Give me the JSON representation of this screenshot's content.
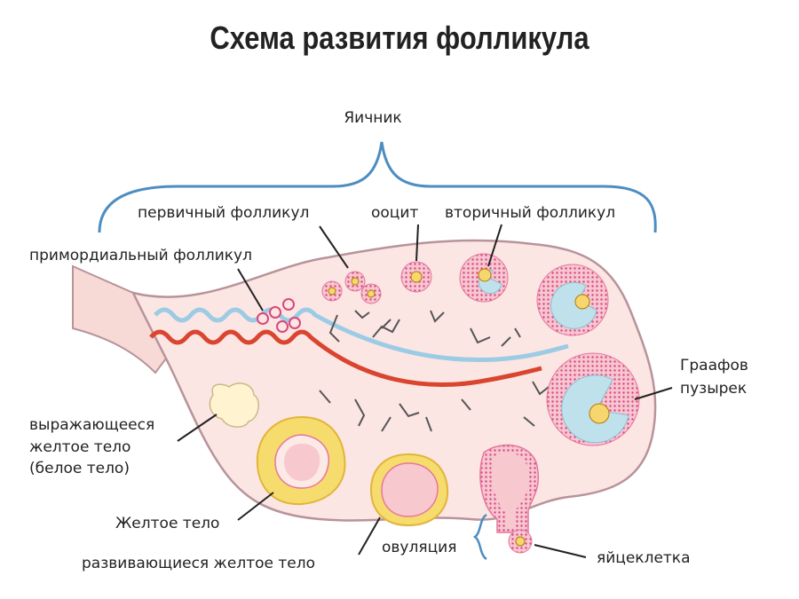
{
  "title": "Схема развития фолликула",
  "labels": {
    "ovary": "Яичник",
    "primary_follicle": "первичный фолликул",
    "oocyte": "ооцит",
    "secondary_follicle": "вторичный фолликул",
    "primordial_follicle": "примордиальный фолликул",
    "graafian_line1": "Граафов",
    "graafian_line2": "пузырек",
    "regressing_line1": "выражающееся",
    "regressing_line2": "желтое тело",
    "regressing_line3": "(белое тело)",
    "corpus_luteum": "Желтое тело",
    "developing_corpus_luteum": "развивающиеся желтое тело",
    "ovulation": "овуляция",
    "egg_cell": "яйцеклетка"
  },
  "colors": {
    "ovary_fill": "#fbe6e4",
    "outline": "#b8939a",
    "brace": "#4d8dc0",
    "vein": "#9ccbe4",
    "artery": "#d9452f",
    "nerve": "#555555",
    "granulosa": "#e7769c",
    "antrum": "#bfe1ec",
    "oocyte": "#f6d66e",
    "luteum": "#f5dc6c",
    "albicans": "#fff4cf"
  }
}
